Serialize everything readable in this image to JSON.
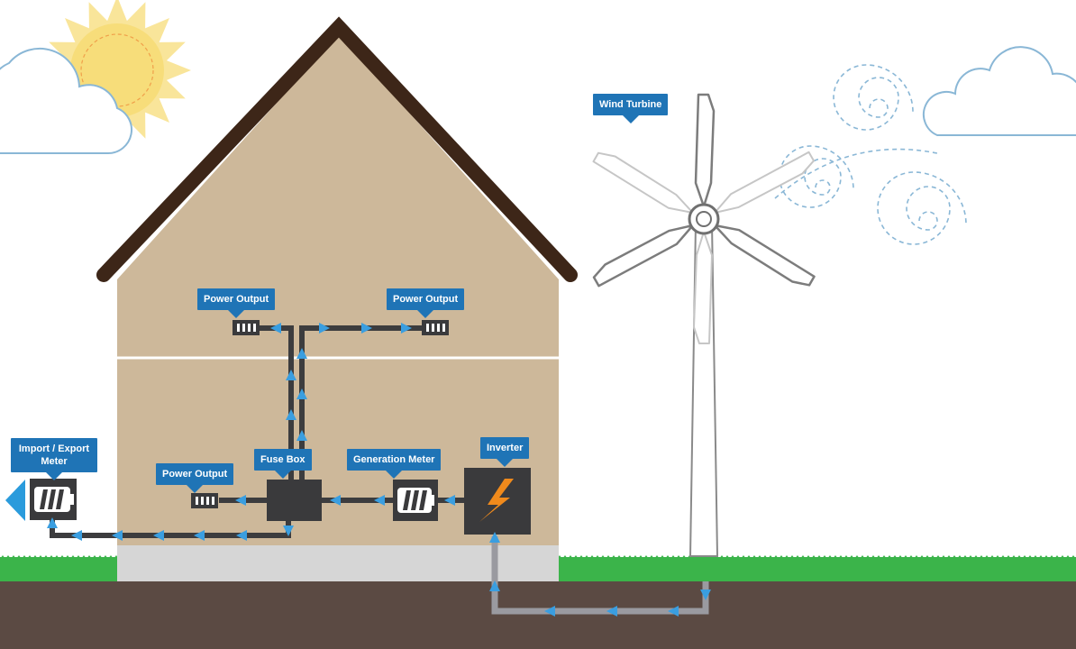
{
  "labels": {
    "power_output_top_left": "Power Output",
    "power_output_top_right": "Power Output",
    "power_output_lower": "Power Output",
    "fuse_box": "Fuse Box",
    "generation_meter": "Generation Meter",
    "inverter": "Inverter",
    "import_export_meter": "Import / Export Meter",
    "wind_turbine": "Wind Turbine"
  },
  "colors": {
    "label_bg": "#1f74b6",
    "arrow": "#3a9ee0",
    "house_wall": "#cdb89a",
    "roof": "#3d2618",
    "grass": "#3bb44a",
    "soil": "#5b4a43",
    "foundation": "#d6d6d6",
    "wiring": "#3c3c3e",
    "cable_underground": "#9a9aa0",
    "lightning": "#f08a1c",
    "sun": "#f7dd7a",
    "cloud_outline": "#8ab7d6"
  },
  "icons": [
    "sun-icon",
    "cloud-icon",
    "wind-swirl-icon",
    "lightning-icon",
    "meter-icon",
    "socket-icon",
    "export-arrow-icon"
  ]
}
